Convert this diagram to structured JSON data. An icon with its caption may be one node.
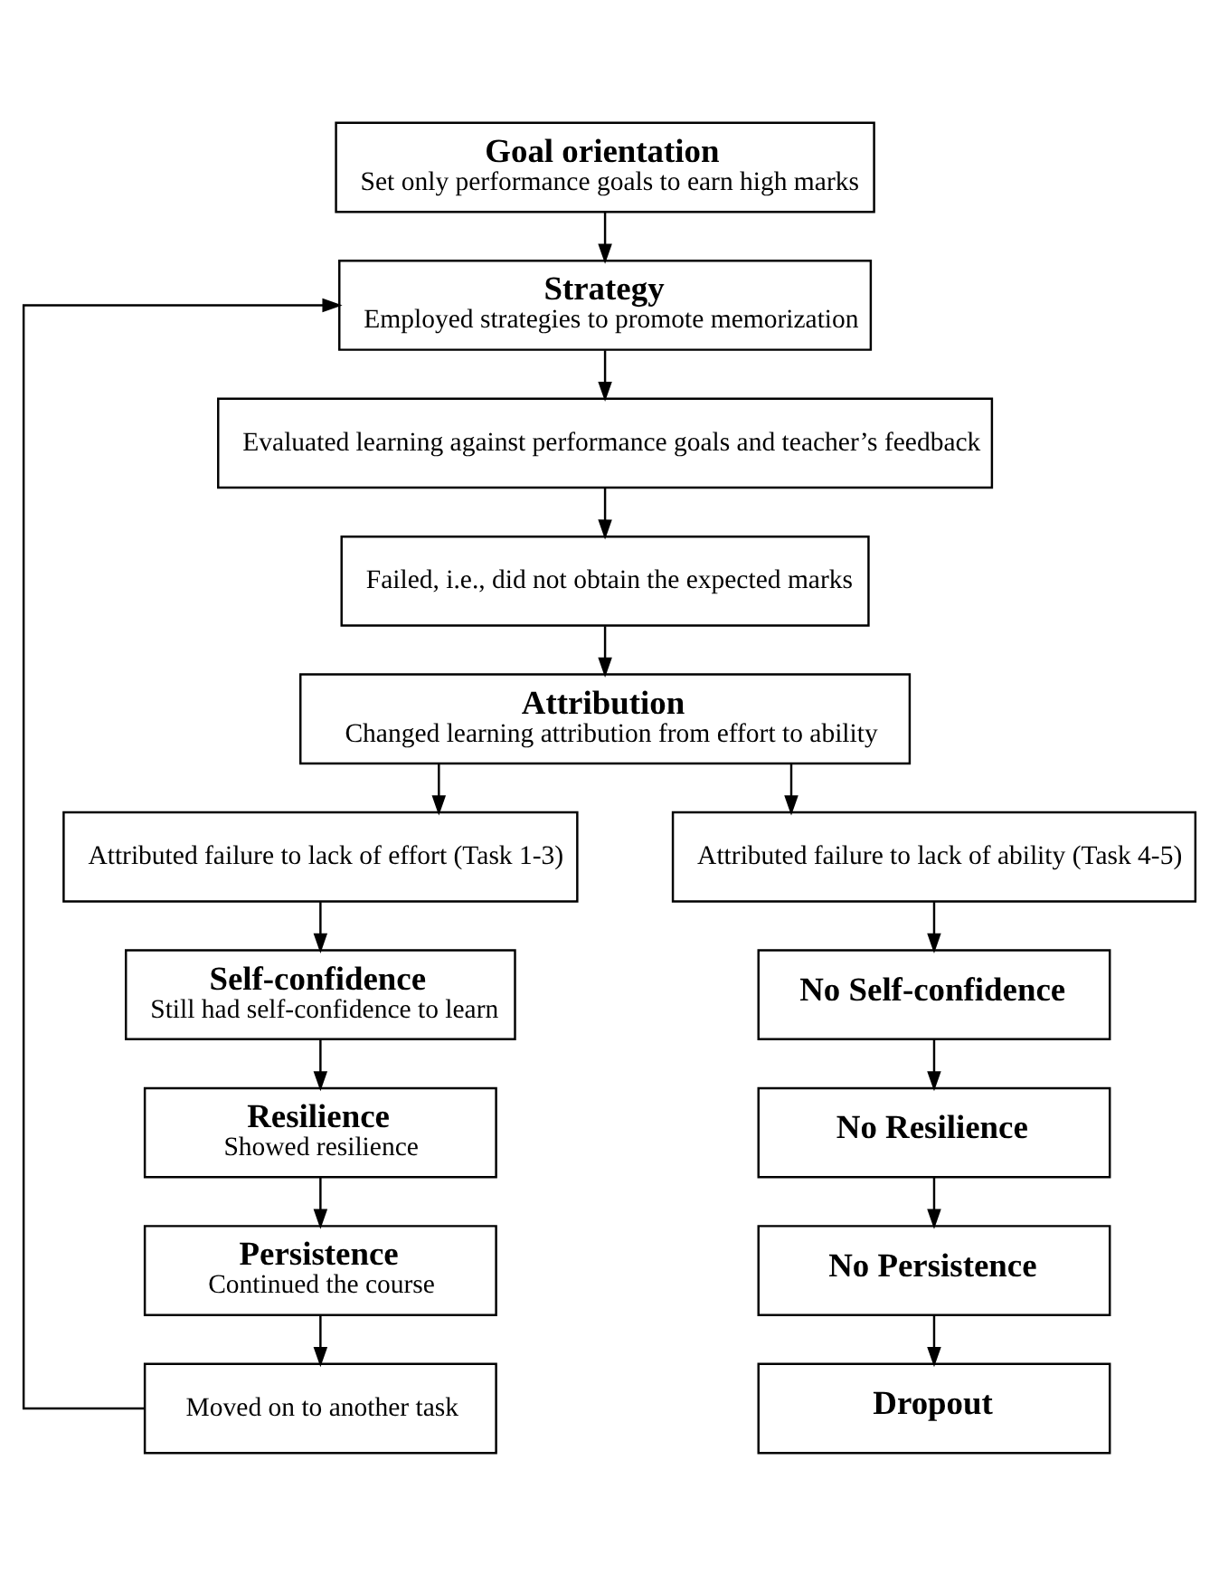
{
  "diagram": {
    "nodes": [
      {
        "text": [
          "Goal orientation",
          "Set only performance goals to earn high marks"
        ]
      },
      {
        "text": [
          "Strategy",
          "Employed strategies to promote memorization"
        ]
      },
      {
        "text": [
          "Evaluated learning against performance goals and teacher’s feedback"
        ]
      },
      {
        "text": [
          "Failed, i.e., did not obtain the expected marks"
        ]
      },
      {
        "text": [
          "Attribution",
          "Changed learning attribution from effort to ability"
        ]
      },
      {
        "text": [
          "Attributed failure to lack of effort (Task 1-3)"
        ]
      },
      {
        "text": [
          "Attributed failure to lack of ability (Task 4-5)"
        ]
      },
      {
        "text": [
          "Self-confidence",
          "Still had self-confidence to learn"
        ]
      },
      {
        "text": [
          "No Self-confidence"
        ]
      },
      {
        "text": [
          "Resilience",
          "Showed resilience"
        ]
      },
      {
        "text": [
          "No Resilience"
        ]
      },
      {
        "text": [
          "Persistence",
          "Continued the course"
        ]
      },
      {
        "text": [
          "No Persistence"
        ]
      },
      {
        "text": [
          "Moved on to another task"
        ]
      },
      {
        "text": [
          "Dropout"
        ]
      }
    ],
    "edges": [
      {
        "from": 0,
        "to": 1,
        "arrow": "to"
      },
      {
        "from": 1,
        "to": 2,
        "arrow": "to"
      },
      {
        "from": 2,
        "to": 3,
        "arrow": "to"
      },
      {
        "from": 3,
        "to": 4,
        "arrow": "to"
      },
      {
        "from": 4,
        "to": 5,
        "arrow": "to"
      },
      {
        "from": 4,
        "to": 6,
        "arrow": "to"
      },
      {
        "from": 5,
        "to": 7,
        "arrow": "to"
      },
      {
        "from": 6,
        "to": 8,
        "arrow": "to"
      },
      {
        "from": 7,
        "to": 9,
        "arrow": "to"
      },
      {
        "from": 8,
        "to": 10,
        "arrow": "to"
      },
      {
        "from": 9,
        "to": 11,
        "arrow": "to"
      },
      {
        "from": 10,
        "to": 12,
        "arrow": "to"
      },
      {
        "from": 11,
        "to": 13,
        "arrow": "to"
      },
      {
        "from": 12,
        "to": 14,
        "arrow": "to"
      },
      {
        "from": 13,
        "to": 1,
        "arrow": "to"
      }
    ]
  }
}
